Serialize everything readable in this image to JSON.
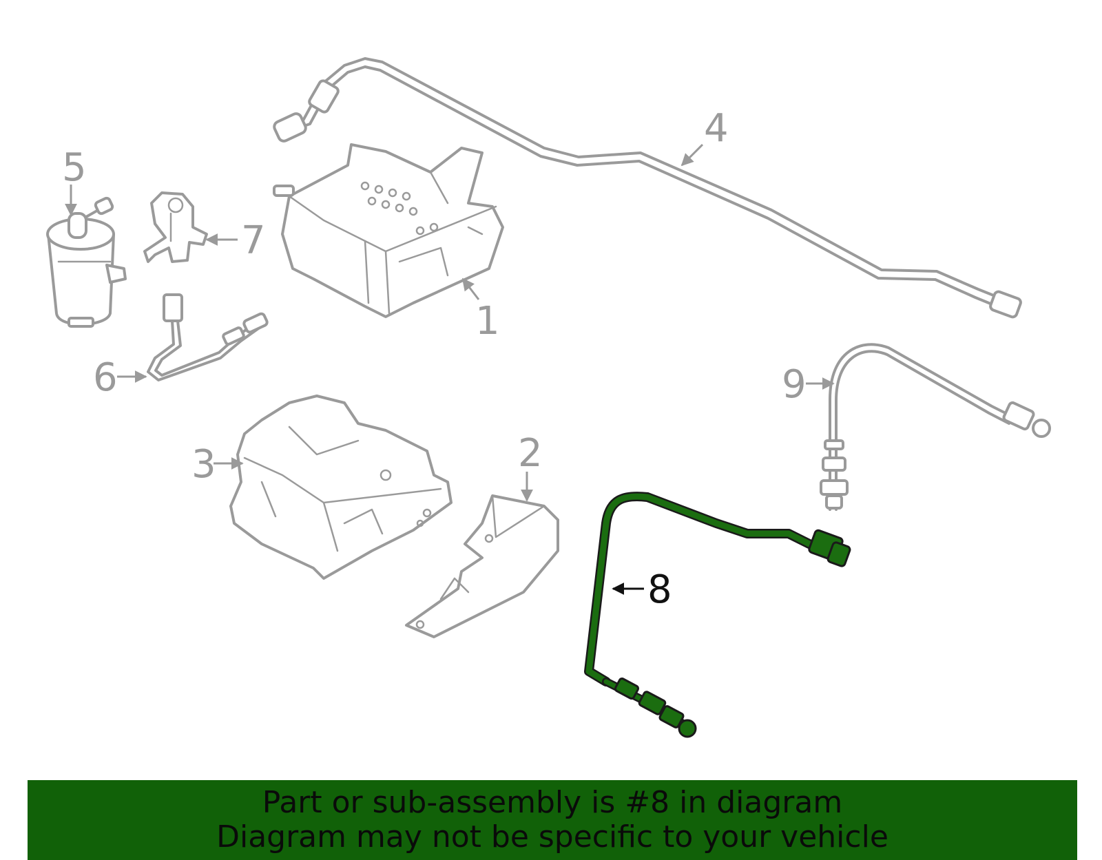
{
  "diagram": {
    "callouts": [
      "1",
      "2",
      "3",
      "4",
      "5",
      "6",
      "7",
      "8",
      "9"
    ],
    "highlighted_part": "8",
    "colors": {
      "highlight": "#1b6d10",
      "banner": "#116108",
      "part_outline": "#9a9a9a"
    }
  },
  "banner": {
    "line1": "Part or sub-assembly is #8 in diagram",
    "line2": "Diagram may not be specific to your vehicle"
  }
}
